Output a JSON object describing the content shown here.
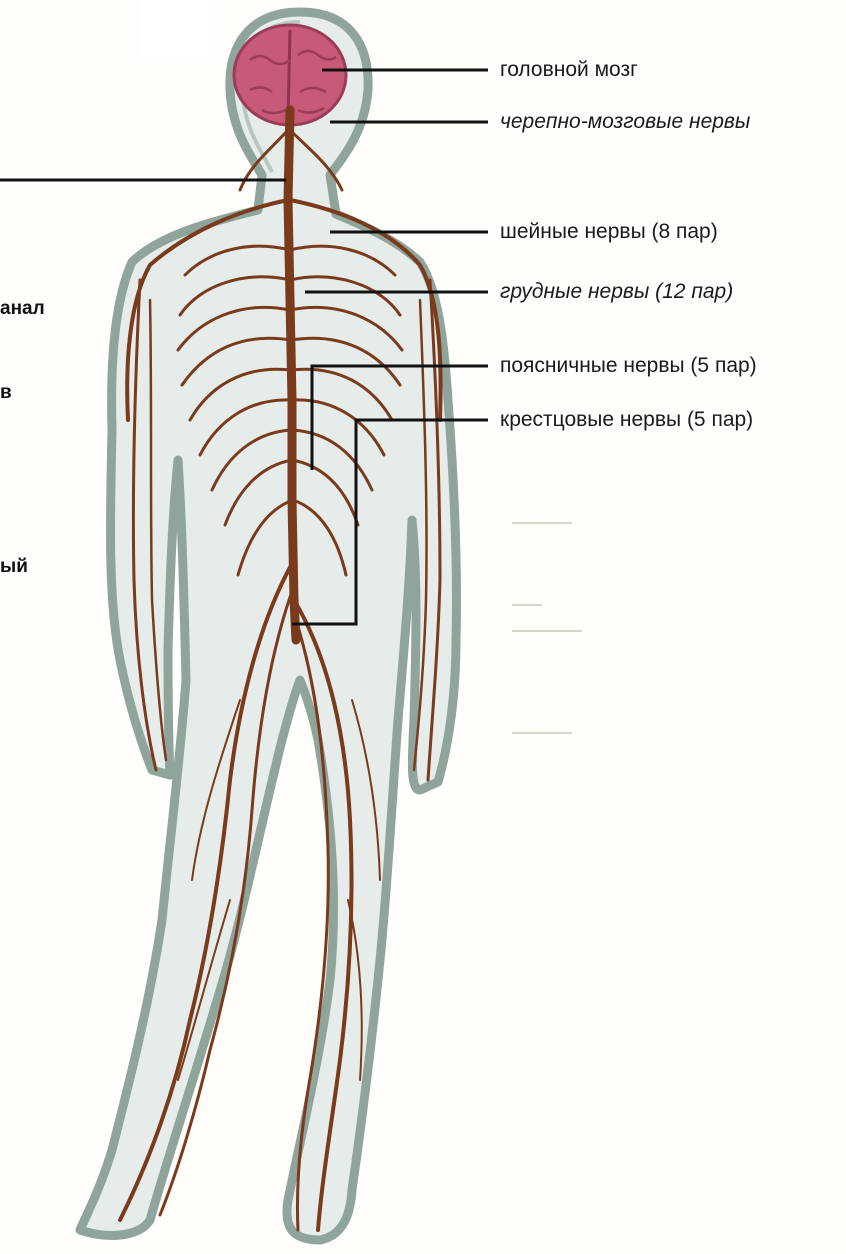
{
  "labels": {
    "brain": "головной мозг",
    "cranial_nerves": "черепно-мозговые нервы",
    "cervical_nerves": "шейные нервы (8 пар)",
    "thoracic_nerves": "грудные нервы (12 пар)",
    "lumbar_nerves": "поясничные нервы (5 пар)",
    "sacral_nerves": "крестцовые нервы (5 пар)"
  },
  "cropped_fragments": {
    "frag_1": "анал",
    "frag_2": "в",
    "frag_3": "ый"
  },
  "colors": {
    "background": "#fffefa",
    "body_fill": "#e6ecea",
    "body_outline": "#8fa59b",
    "nerve": "#7a3a1c",
    "brain": "#c65a78",
    "leader_line": "#111111"
  }
}
